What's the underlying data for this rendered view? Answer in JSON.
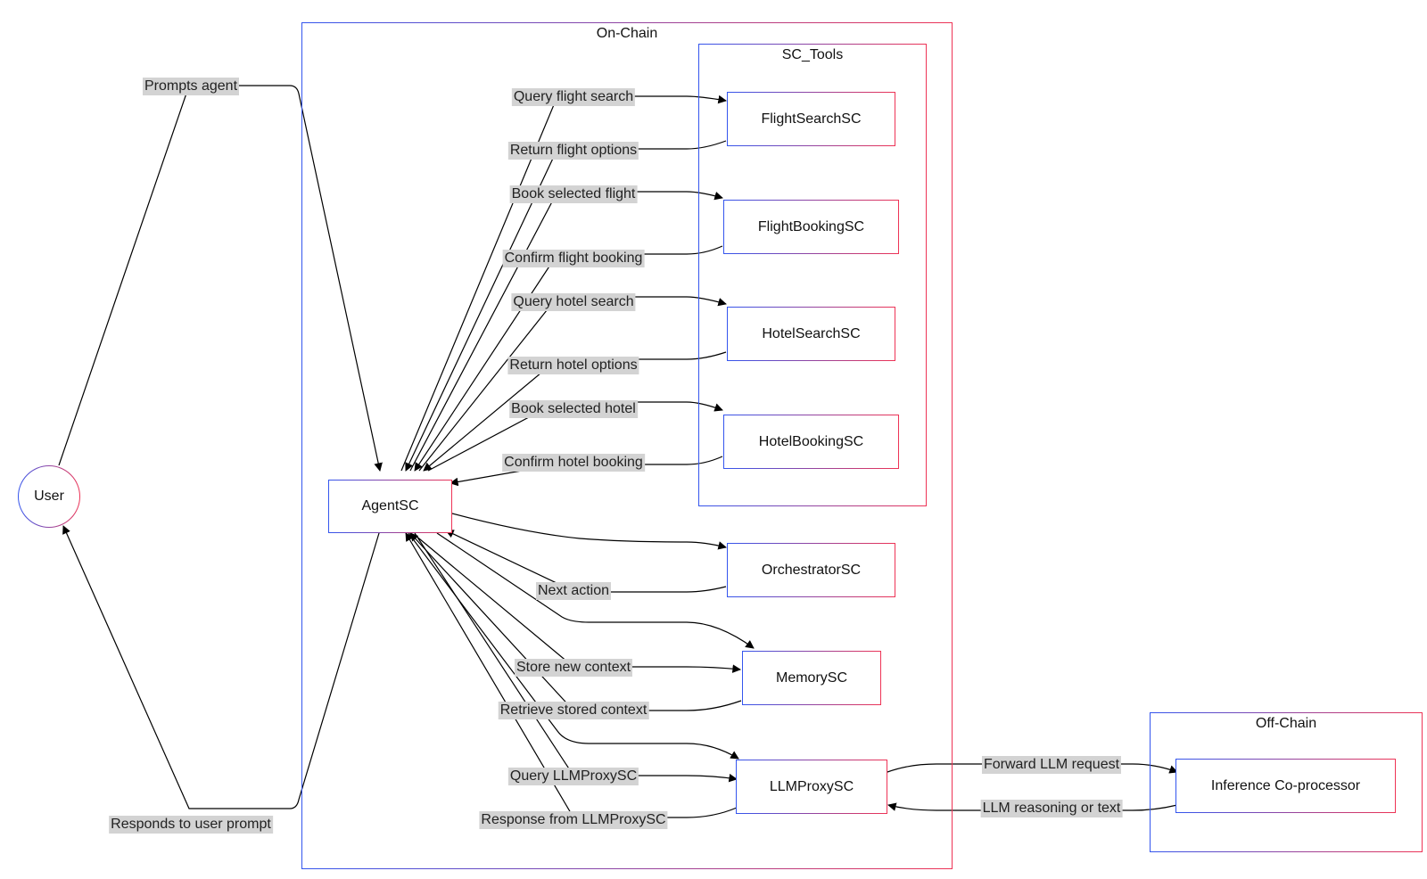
{
  "subgraphs": {
    "on_chain": "On-Chain",
    "sc_tools": "SC_Tools",
    "off_chain": "Off-Chain"
  },
  "nodes": {
    "user": "User",
    "agent": "AgentSC",
    "flight_search": "FlightSearchSC",
    "flight_booking": "FlightBookingSC",
    "hotel_search": "HotelSearchSC",
    "hotel_booking": "HotelBookingSC",
    "orchestrator": "OrchestratorSC",
    "memory": "MemorySC",
    "llm_proxy": "LLMProxySC",
    "inference": "Inference Co-processor"
  },
  "edges": {
    "prompts_agent": "Prompts agent",
    "responds": "Responds to user prompt",
    "query_flight": "Query flight search",
    "return_flight": "Return flight options",
    "book_flight": "Book selected flight",
    "confirm_flight": "Confirm flight booking",
    "query_hotel": "Query hotel search",
    "return_hotel": "Return hotel options",
    "book_hotel": "Book selected hotel",
    "confirm_hotel": "Confirm hotel booking",
    "next_action": "Next action",
    "store_context": "Store new context",
    "retrieve_context": "Retrieve stored context",
    "query_llm": "Query LLMProxySC",
    "response_llm": "Response from LLMProxySC",
    "forward_llm": "Forward LLM request",
    "llm_reasoning": "LLM reasoning or text"
  },
  "colors": {
    "border_start": "#3355ee",
    "border_end": "#ee3355",
    "label_bg": "#d3d3d3",
    "edge": "#000000"
  }
}
